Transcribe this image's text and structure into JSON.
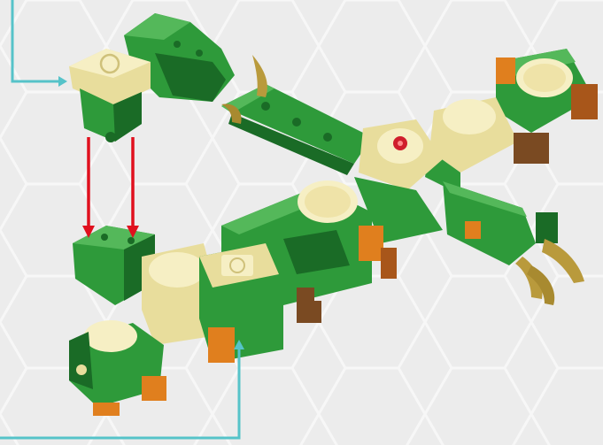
{
  "colors": {
    "background": "#ececec",
    "hex_pattern": "#f6f6f6",
    "connector_line": "#56c3c9",
    "move_arrow": "#e0101e",
    "brick_green": "#2e9a3a",
    "brick_green_dark": "#1a6b26",
    "brick_tan": "#e8dd9c",
    "brick_tan_light": "#f6efc4",
    "brick_orange": "#e07f1e",
    "brick_brown": "#7a4a22",
    "horn_gold": "#b99a3c",
    "jewel_red": "#d01e2c"
  },
  "scene": {
    "subject": "green-dragon-brick-model",
    "step_parts": [
      "head-tip-sub-assembly",
      "neck-segment-pin-connection"
    ]
  }
}
